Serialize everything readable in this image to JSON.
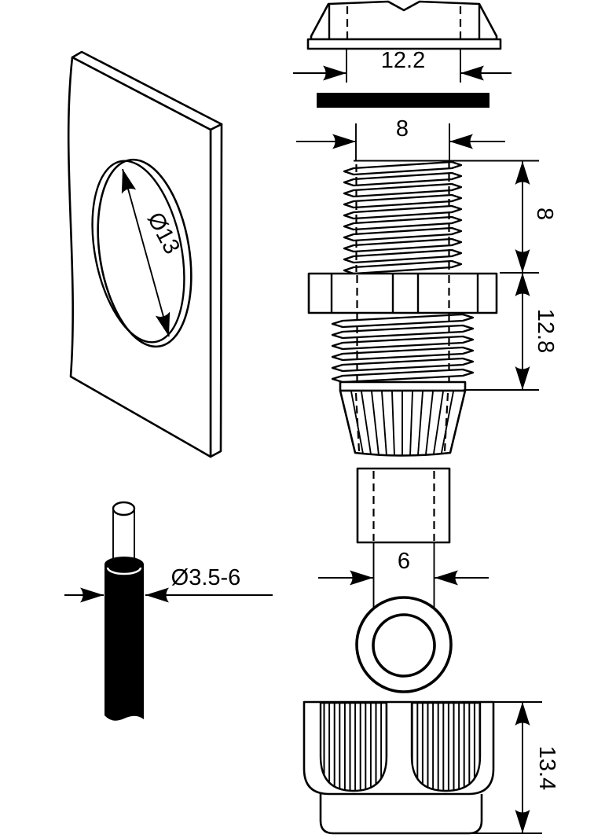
{
  "figure": {
    "background": "#ffffff",
    "line_color": "#000000",
    "labels": {
      "panel_hole_diameter": "Ø13",
      "locknut_width": "12.2",
      "thread_diameter": "8",
      "thread_length": "8",
      "body_length": "12.8",
      "seal_bore": "6",
      "cable_diameter_range": "Ø3.5-6",
      "cap_height": "13.4"
    }
  }
}
